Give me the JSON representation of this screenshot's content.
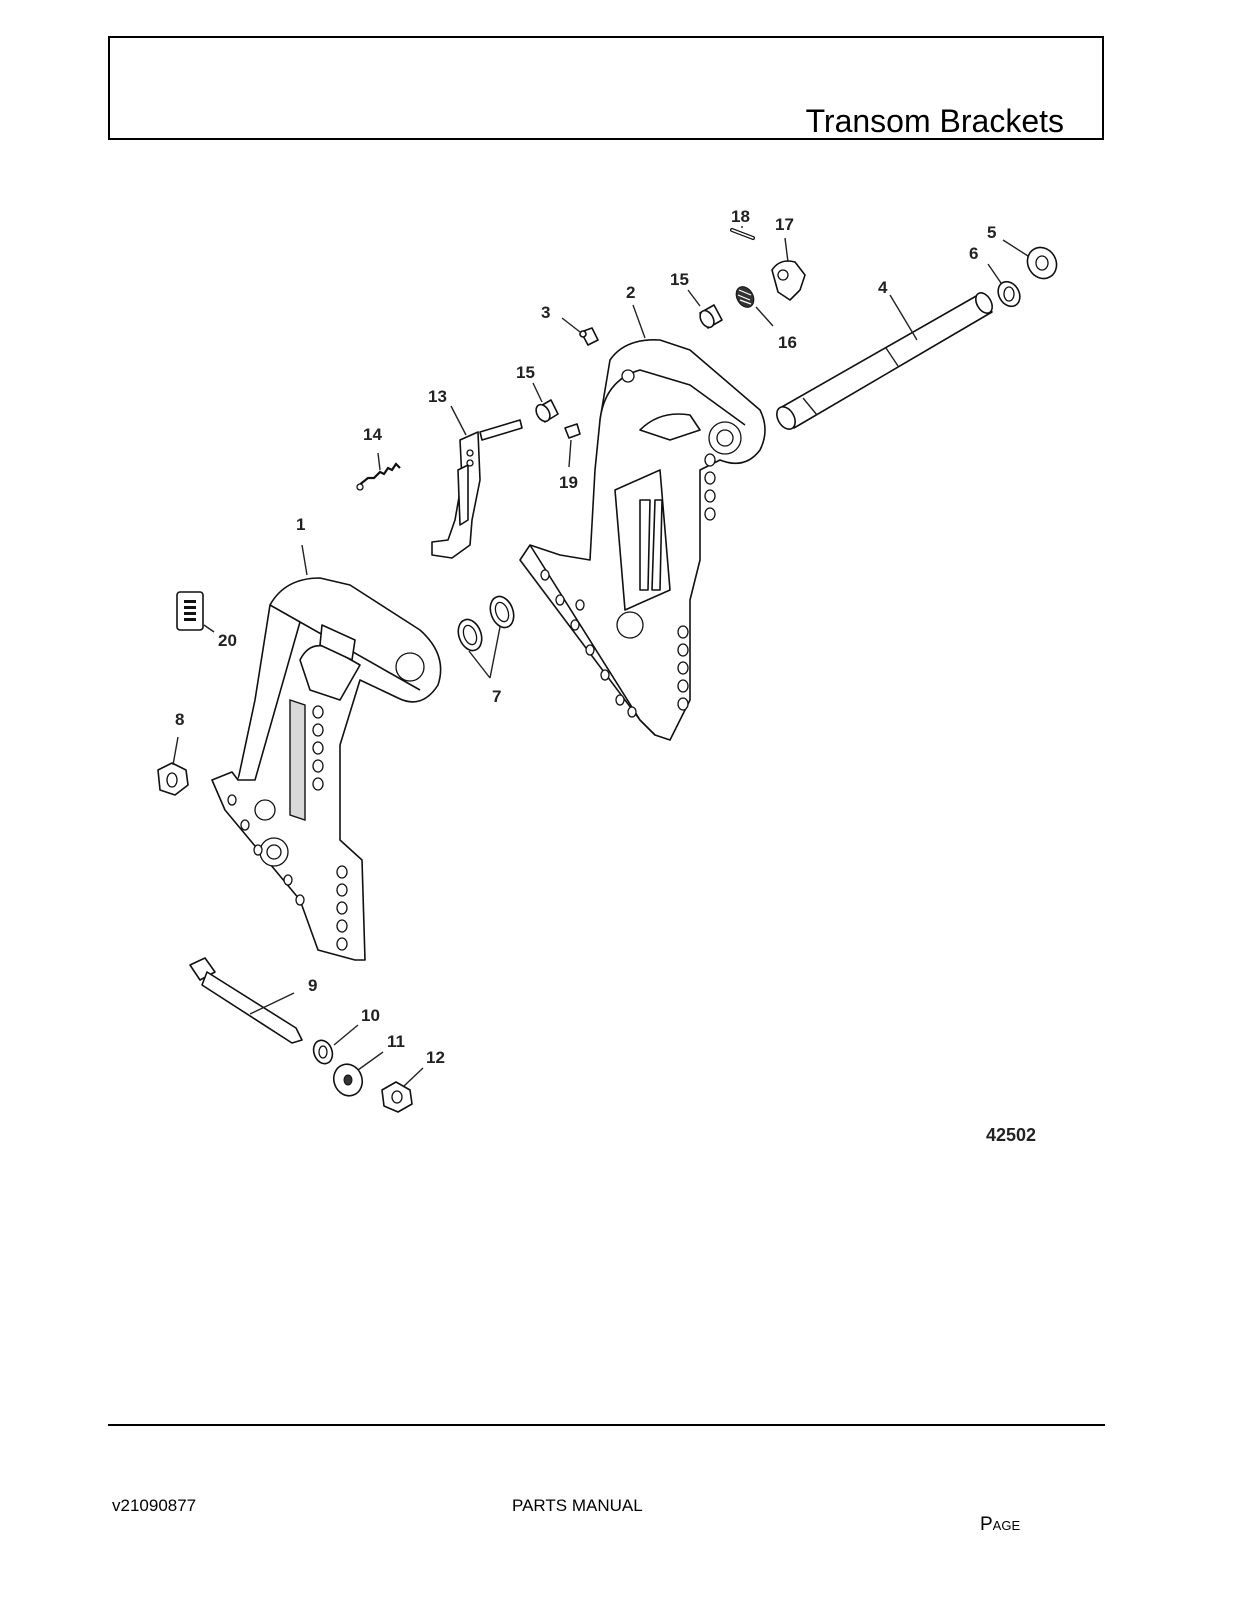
{
  "header": {
    "title": "Transom Brackets"
  },
  "diagram": {
    "figure_number": "42502",
    "callouts": [
      "1",
      "2",
      "3",
      "4",
      "5",
      "6",
      "7",
      "8",
      "9",
      "10",
      "11",
      "12",
      "13",
      "14",
      "15",
      "15",
      "16",
      "17",
      "18",
      "19",
      "20"
    ]
  },
  "footer": {
    "doc_code": "v21090877",
    "manual_title": "PARTS MANUAL",
    "page_label": "Page"
  }
}
